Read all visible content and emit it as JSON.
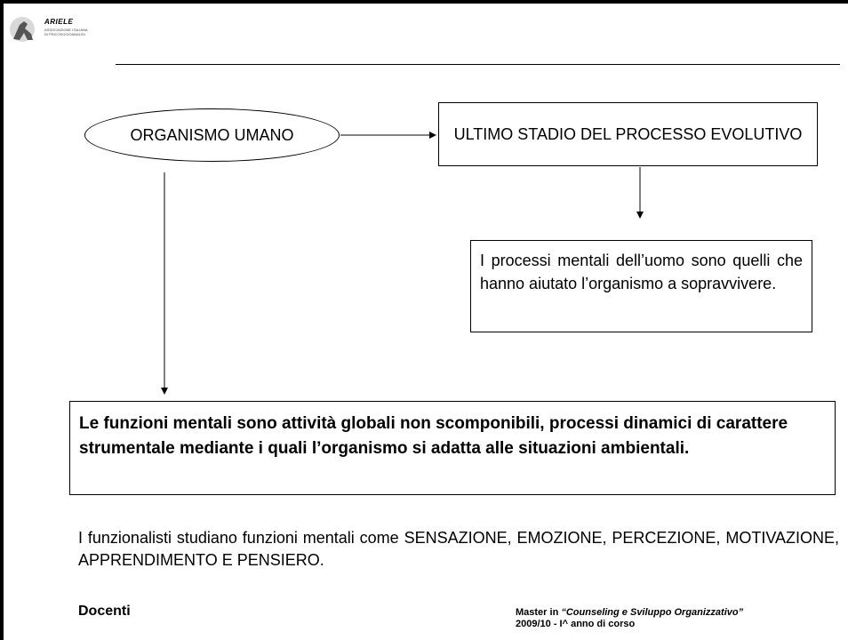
{
  "logo": {
    "name": "ARIELE",
    "sub_line1": "ASSOCIAZIONE ITALIANA",
    "sub_line2": "DI PSICOSOCIOANALISI"
  },
  "diagram": {
    "node_organismo": "ORGANISMO UMANO",
    "node_ultimo_stadio": "ULTIMO STADIO DEL PROCESSO EVOLUTIVO",
    "node_processi_mentali": "I processi mentali dell’uomo sono quelli che hanno aiutato l’organismo a sopravvivere.",
    "node_funzioni_mentali": "Le funzioni mentali sono attività globali non scomponibili, processi dinamici di carattere strumentale mediante i quali l’organismo si adatta alle situazioni ambientali."
  },
  "body_text": "I funzionalisti studiano funzioni mentali come SENSAZIONE, EMOZIONE, PERCEZIONE, MOTIVAZIONE, APPRENDIMENTO E PENSIERO.",
  "footer": {
    "docenti": "Docenti",
    "master_prefix": "Master in ",
    "master_course": "“Counseling e Sviluppo Organizzativo”",
    "year_line": "2009/10 - I^ anno di corso"
  }
}
